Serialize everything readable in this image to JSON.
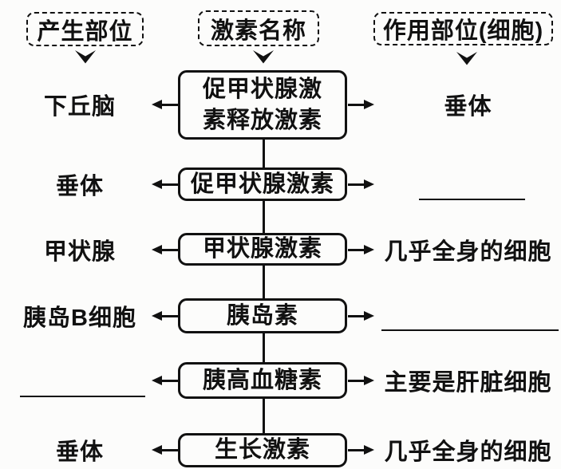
{
  "diagram": {
    "title_meaning": "hormone source / name / target diagram",
    "colors": {
      "ink": "#111111",
      "background": "#fcfcfb"
    },
    "headers": [
      {
        "label": "产生部位"
      },
      {
        "label": "激素名称"
      },
      {
        "label": "作用部位(细胞)"
      }
    ],
    "rows": [
      {
        "source": "下丘脑",
        "hormone": "促甲状腺激\n素释放激素",
        "target": "垂体"
      },
      {
        "source": "垂体",
        "hormone": "促甲状腺激素",
        "target": ""
      },
      {
        "source": "甲状腺",
        "hormone": "甲状腺激素",
        "target": "几乎全身的细胞"
      },
      {
        "source": "胰岛B细胞",
        "hormone": "胰岛素",
        "target": ""
      },
      {
        "source": "",
        "hormone": "胰高血糖素",
        "target": "主要是肝脏细胞"
      },
      {
        "source": "垂体",
        "hormone": "生长激素",
        "target": "几乎全身的细胞"
      }
    ]
  }
}
